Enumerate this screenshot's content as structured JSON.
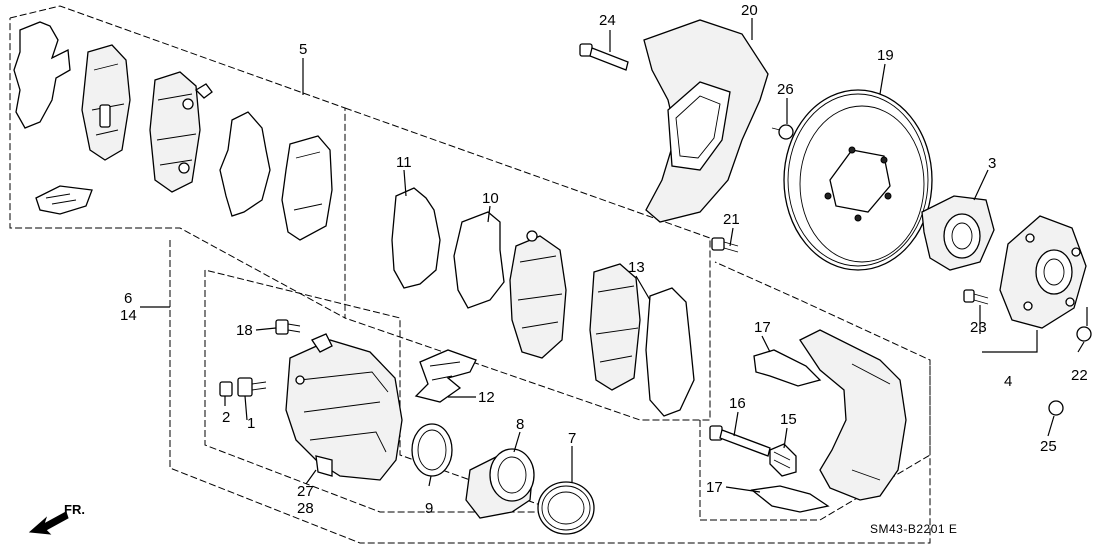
{
  "diagram": {
    "callouts": [
      "1",
      "2",
      "3",
      "4",
      "5",
      "6",
      "14",
      "7",
      "8",
      "9",
      "10",
      "11",
      "12",
      "13",
      "15",
      "16",
      "17",
      "17",
      "18",
      "19",
      "20",
      "21",
      "22",
      "23",
      "24",
      "25",
      "26",
      "27",
      "28"
    ],
    "direction_label": "FR.",
    "diagram_code": "SM43-B2201 E"
  }
}
